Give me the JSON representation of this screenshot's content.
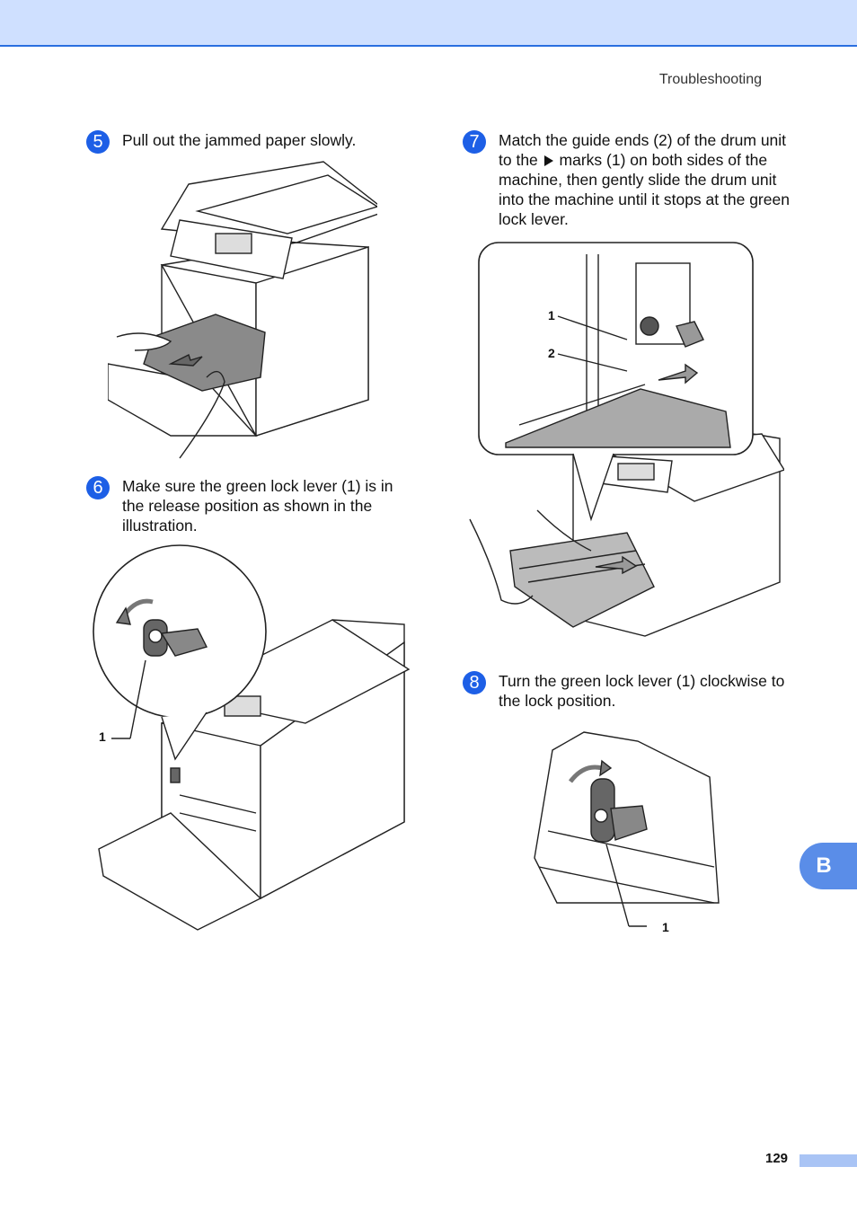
{
  "header": {
    "section_title": "Troubleshooting"
  },
  "steps": [
    {
      "number": "5",
      "text": "Pull out the jammed paper slowly."
    },
    {
      "number": "6",
      "text": "Make sure the green lock lever (1) is in the release position as shown in the illustration."
    },
    {
      "number": "7",
      "text_before_marker": "Match the guide ends (2) of the drum unit to the",
      "text_after_marker": "marks (1) on both sides of the machine, then gently slide the drum unit into the machine until it stops at the green lock lever."
    },
    {
      "number": "8",
      "text": "Turn the green lock lever (1) clockwise to the lock position."
    }
  ],
  "callouts": {
    "step6_lever": "1",
    "step7_marks": "1",
    "step7_guide_ends": "2",
    "step8_lever": "1"
  },
  "side_tab": {
    "label": "B"
  },
  "footer": {
    "page_number": "129"
  },
  "colors": {
    "accent_blue": "#1d5fe6",
    "header_band": "#cfe0ff",
    "tab_blue": "#5a8de8"
  }
}
